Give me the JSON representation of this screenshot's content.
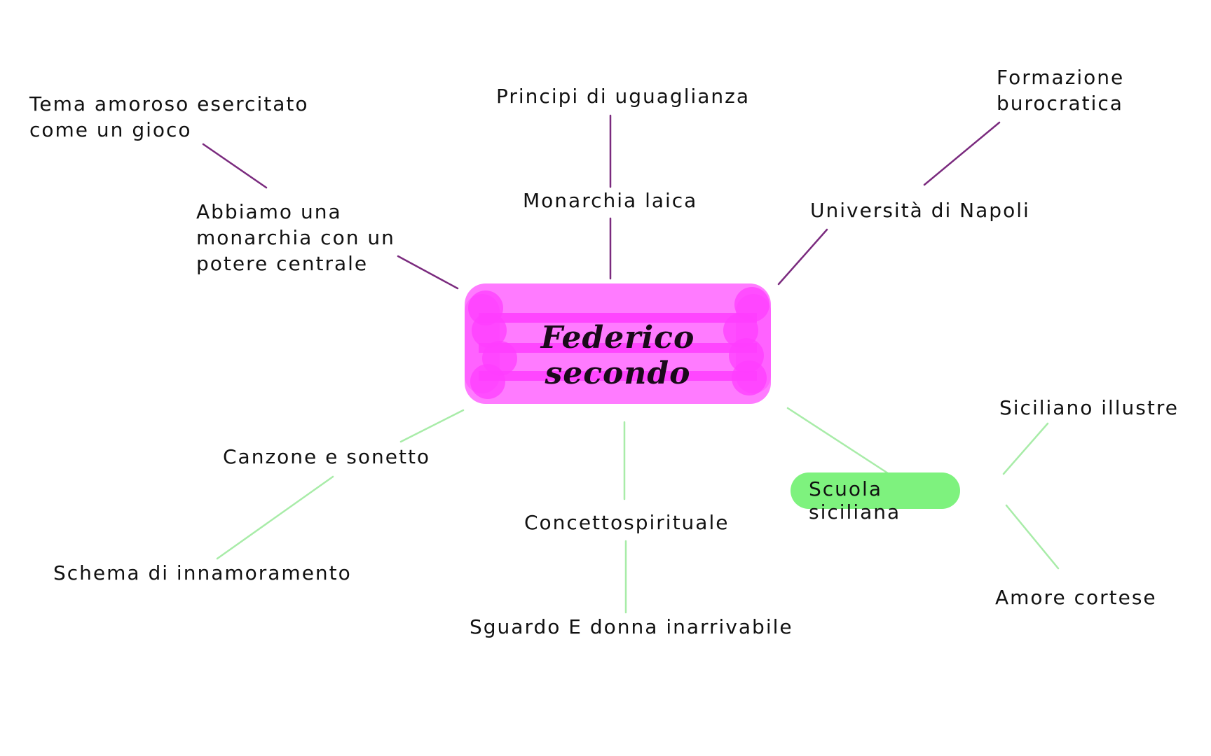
{
  "central": {
    "title": "Federico secondo",
    "color": "#ff7bff"
  },
  "branches_top": {
    "color": "#7a2a7e",
    "nodes": {
      "tema": [
        "Tema amoroso esercitato",
        "come un gioco"
      ],
      "abbiamo": [
        "Abbiamo una",
        "monarchia con un",
        "potere centrale"
      ],
      "principi": "Principi di uguaglianza",
      "monarchia_laica": "Monarchia laica",
      "universita": "Università di Napoli",
      "formazione": [
        "Formazione",
        "burocratica"
      ]
    }
  },
  "branches_bottom": {
    "color": "#a8eca8",
    "nodes": {
      "canzone": "Canzone e sonetto",
      "schema": "Schema di innamoramento",
      "concetto": "Concettospirituale",
      "sguardo": "Sguardo E donna inarrivabile",
      "scuola": "Scuola siciliana",
      "siciliano": "Siciliano illustre",
      "amore": "Amore cortese"
    }
  },
  "scuola_color": "#7ef27e"
}
